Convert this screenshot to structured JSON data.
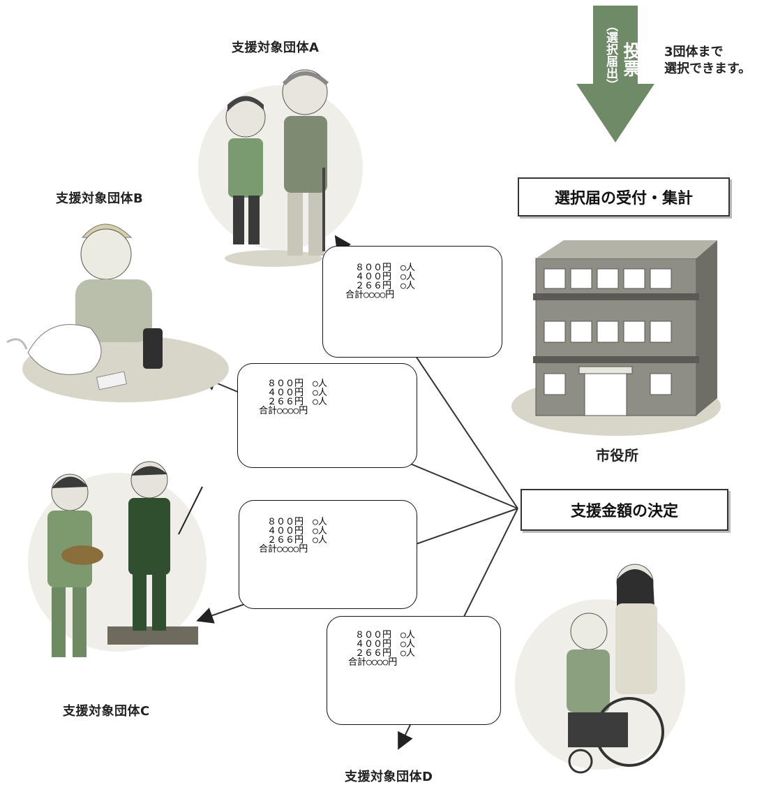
{
  "vote_arrow": {
    "main": "投票",
    "sub": "（選択届出）"
  },
  "selection_note": {
    "line1": "3団体まで",
    "line2": "選択できます。"
  },
  "reception_title": "選択届の受付・集計",
  "city_hall_label": "市役所",
  "decision_title": "支援金額の決定",
  "groups": {
    "a": "支援対象団体A",
    "b": "支援対象団体B",
    "c": "支援対象団体C",
    "d": "支援対象団体D"
  },
  "amount_boxes": [
    {
      "line1": "８００円　○人",
      "line2": "４００円　○人",
      "line3": "２６６円　○人",
      "total": "合計○○○○円"
    },
    {
      "line1": "８００円　○人",
      "line2": "４００円　○人",
      "line3": "２６６円　○人",
      "total": "合計○○○○円"
    },
    {
      "line1": "８００円　○人",
      "line2": "４００円　○人",
      "line3": "２６６円　○人",
      "total": "合計○○○○円"
    },
    {
      "line1": "８００円　○人",
      "line2": "４００円　○人",
      "line3": "２６６円　○人",
      "total": "合計○○○○円"
    }
  ],
  "colors": {
    "illustration_green": "#6f8a66",
    "ground": "#d8d6c8",
    "line": "#333333"
  }
}
